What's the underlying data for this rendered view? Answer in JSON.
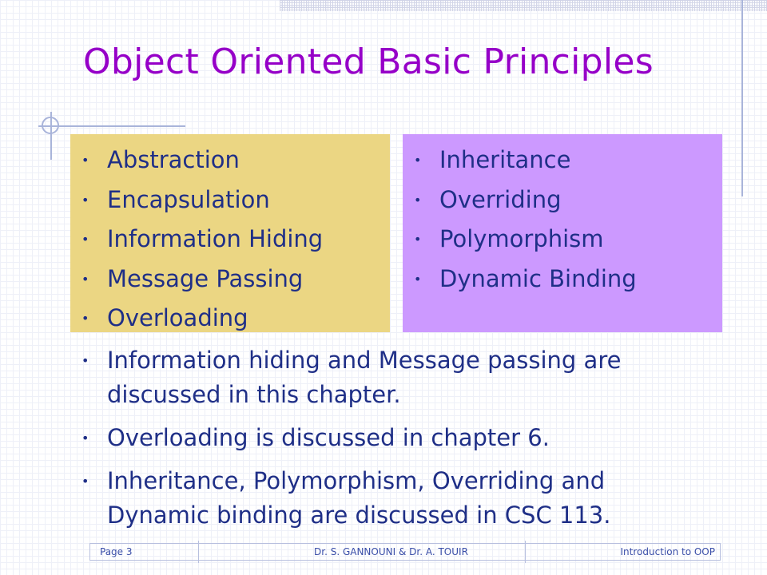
{
  "slide": {
    "title": "Object Oriented Basic Principles"
  },
  "boxes": {
    "left_color": "#ebd683",
    "right_color": "#cc99ff",
    "left_items": [
      "Abstraction",
      "Encapsulation",
      "Information Hiding",
      "Message Passing",
      "Overloading"
    ],
    "right_items": [
      "Inheritance",
      "Overriding",
      "Polymorphism",
      "Dynamic Binding"
    ]
  },
  "notes": [
    "Information hiding and Message passing are discussed in this chapter.",
    "Overloading is discussed in chapter 6.",
    "Inheritance, Polymorphism, Overriding and Dynamic binding are discussed in CSC 113."
  ],
  "footer": {
    "page": "Page 3",
    "author": "Dr. S. GANNOUNI & Dr.  A. TOUIR",
    "course": "Introduction to OOP"
  },
  "colors": {
    "title": "#9600c8",
    "text": "#1f2f87"
  }
}
